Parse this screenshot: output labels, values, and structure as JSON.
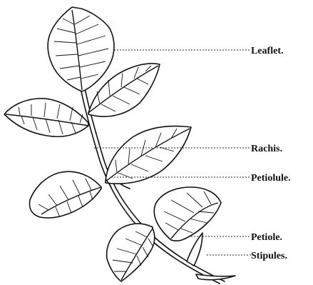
{
  "labels": {
    "leaflet": "Leaflet.",
    "rachis": "Rachis.",
    "petiolule": "Petiolule.",
    "petiole": "Petiole.",
    "stipules": "Stipules."
  }
}
